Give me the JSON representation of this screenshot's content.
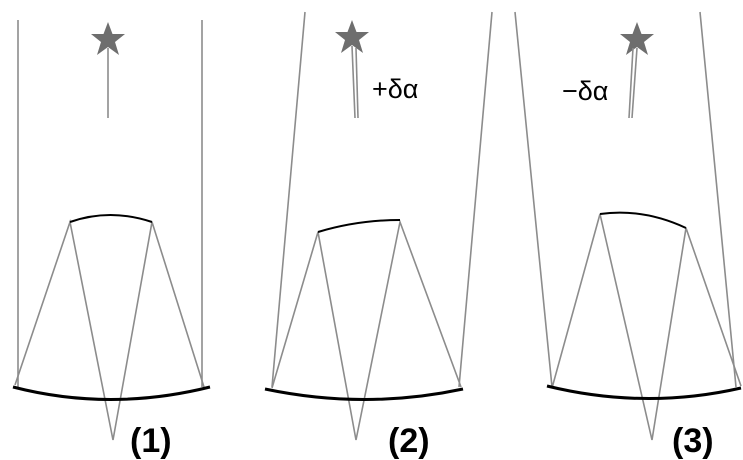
{
  "colors": {
    "ray": "#8c8c8c",
    "mirror": "#000000",
    "star": "#6e6e6e",
    "background": "#ffffff"
  },
  "panels": [
    {
      "label": "(1)",
      "tilt_annotation": ""
    },
    {
      "label": "(2)",
      "tilt_annotation": "+δα"
    },
    {
      "label": "(3)",
      "tilt_annotation": "−δα"
    }
  ],
  "icons": [
    "star-icon"
  ]
}
